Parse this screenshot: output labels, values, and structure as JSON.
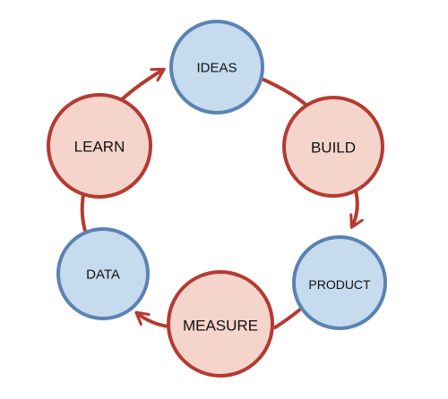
{
  "diagram": {
    "colors": {
      "blue_fill": "#c6dbee",
      "blue_stroke": "#5a83b3",
      "red_fill": "#f5d4cb",
      "red_stroke": "#b53a31",
      "connector": "#b53a31"
    },
    "nodes": [
      {
        "id": "ideas",
        "label": "IDEAS",
        "style": "blue"
      },
      {
        "id": "build",
        "label": "BUILD",
        "style": "red"
      },
      {
        "id": "product",
        "label": "PRODUCT",
        "style": "blue"
      },
      {
        "id": "measure",
        "label": "MEASURE",
        "style": "red"
      },
      {
        "id": "data",
        "label": "DATA",
        "style": "blue"
      },
      {
        "id": "learn",
        "label": "LEARN",
        "style": "red"
      }
    ],
    "edges": [
      {
        "from": "ideas",
        "to": "build",
        "arrow": false
      },
      {
        "from": "build",
        "to": "product",
        "arrow": true
      },
      {
        "from": "product",
        "to": "measure",
        "arrow": false
      },
      {
        "from": "measure",
        "to": "data",
        "arrow": true
      },
      {
        "from": "data",
        "to": "learn",
        "arrow": false
      },
      {
        "from": "learn",
        "to": "ideas",
        "arrow": true
      }
    ]
  }
}
